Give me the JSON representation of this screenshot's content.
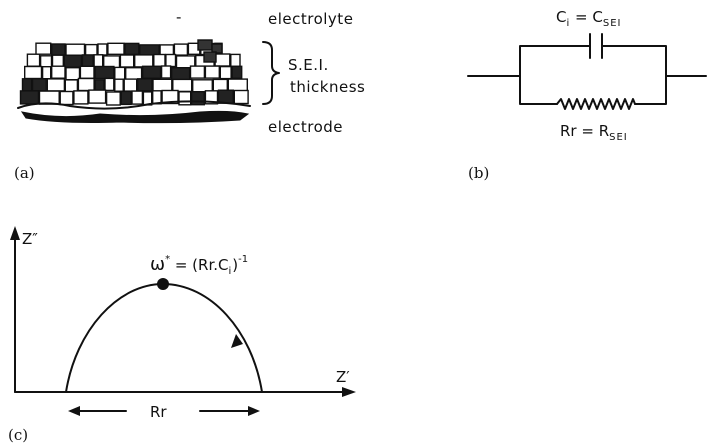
{
  "panel_a": {
    "caption": "(a)",
    "label_top": "electrolyte",
    "label_bracket_line1": "S.E.I.",
    "label_bracket_line2": "thickness",
    "label_bottom": "electrode"
  },
  "panel_b": {
    "caption": "(b)",
    "capacitor_main": "C",
    "capacitor_main_sub": "i",
    "capacitor_eq": " = C",
    "capacitor_eq_sub": "SEI",
    "resistor_main": "Rr = R",
    "resistor_sub": "SEI"
  },
  "panel_c": {
    "caption": "(c)",
    "y_axis_label": "Z″",
    "x_axis_label": "Z′",
    "omega_symbol": "ω",
    "omega_sup": "*",
    "omega_eq": " = (Rr.C",
    "omega_eq_sub": "i",
    "omega_close": ")",
    "omega_exp": "-1",
    "diameter_label": "Rr"
  }
}
